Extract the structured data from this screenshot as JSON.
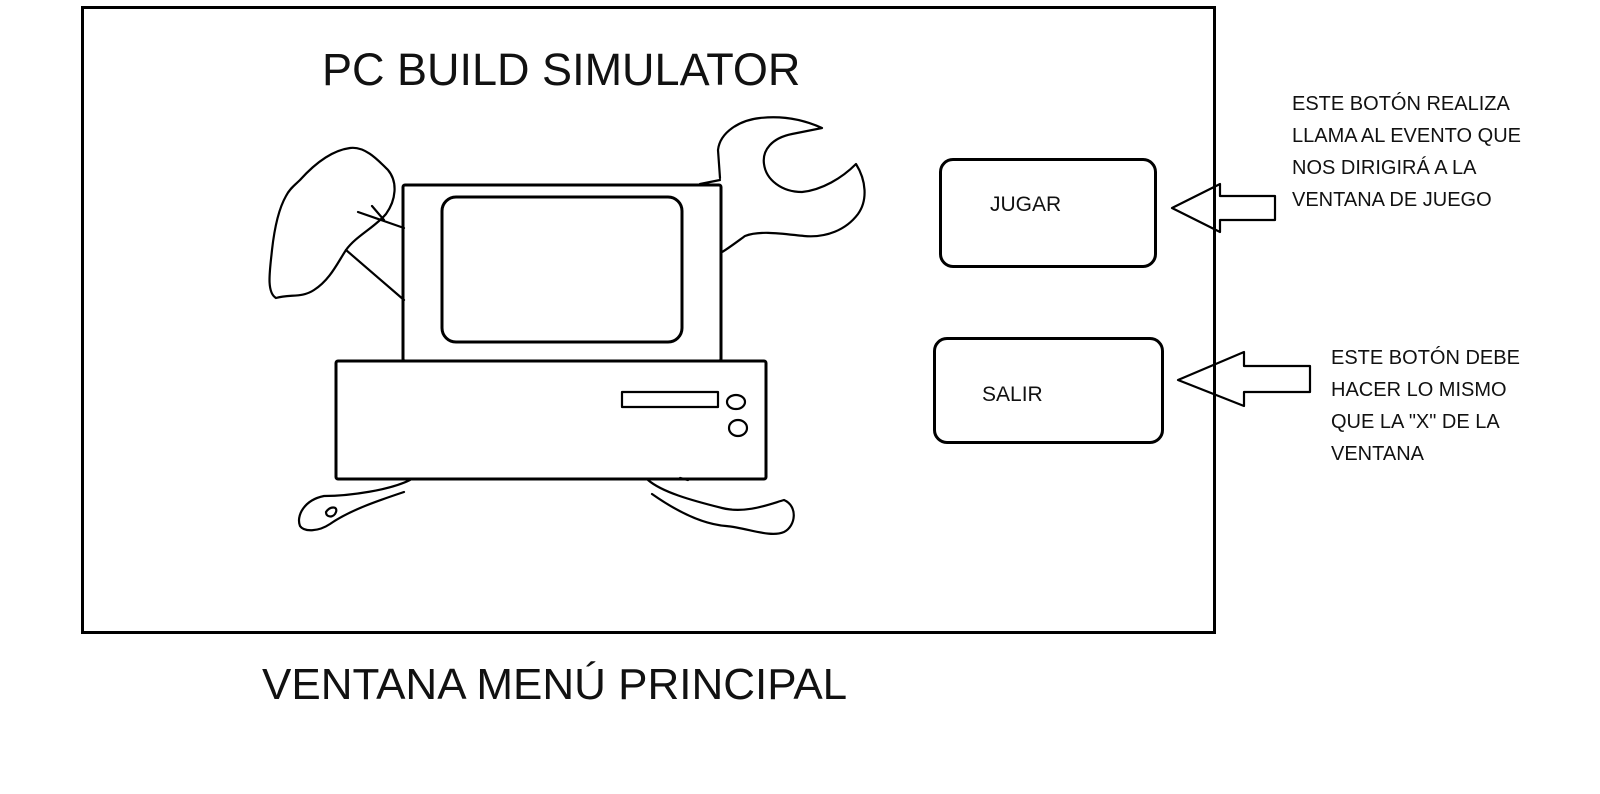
{
  "window": {
    "title": "PC BUILD SIMULATOR",
    "caption": "VENTANA MENÚ PRINCIPAL"
  },
  "buttons": {
    "play_label": "JUGAR",
    "exit_label": "SALIR"
  },
  "annotations": {
    "play_note": "ESTE BOTÓN REALIZA\nLLAMA AL EVENTO QUE\nNOS DIRIGIRÁ A LA\nVENTANA DE JUEGO",
    "exit_note": "ESTE BOTÓN DEBE\nHACER LO MISMO\nQUE LA \"X\" DE LA\nVENTANA"
  },
  "illustration": {
    "icon": "computer-with-tools-icon"
  },
  "colors": {
    "ink": "#000000",
    "background": "#ffffff"
  }
}
